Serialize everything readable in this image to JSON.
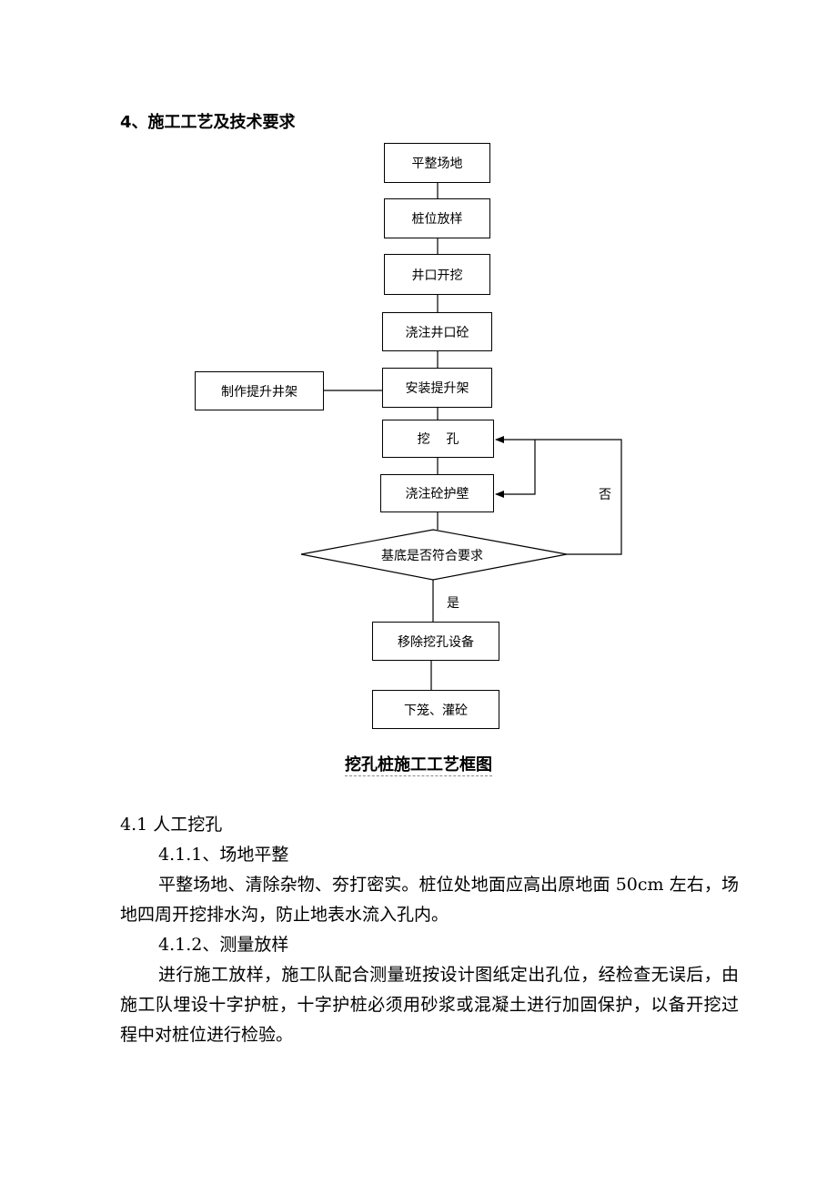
{
  "heading": "4、施工工艺及技术要求",
  "flowchart": {
    "nodes": {
      "level": "平整场地",
      "stakeout": "桩位放样",
      "collar_excavation": "井口开挖",
      "pour_collar": "浇注井口砼",
      "install_hoist": "安装提升架",
      "make_hoist": "制作提升井架",
      "excavate": "挖    孔",
      "pour_wall": "浇注砼护壁",
      "decision": "基底是否符合要求",
      "remove_equipment": "移除挖孔设备",
      "cage_pour": "下笼、灌砼"
    },
    "labels": {
      "no": "否",
      "yes": "是"
    }
  },
  "caption": "挖孔桩施工工艺框图",
  "section": {
    "title": "4.1 人工挖孔",
    "sub1_title": "4.1.1、场地平整",
    "sub1_text": "平整场地、清除杂物、夯打密实。桩位处地面应高出原地面 50cm 左右，场地四周开挖排水沟，防止地表水流入孔内。",
    "sub2_title": "4.1.2、测量放样",
    "sub2_text": "进行施工放样，施工队配合测量班按设计图纸定出孔位，经检查无误后，由施工队埋设十字护桩，十字护桩必须用砂浆或混凝土进行加固保护，以备开挖过程中对桩位进行检验。"
  }
}
